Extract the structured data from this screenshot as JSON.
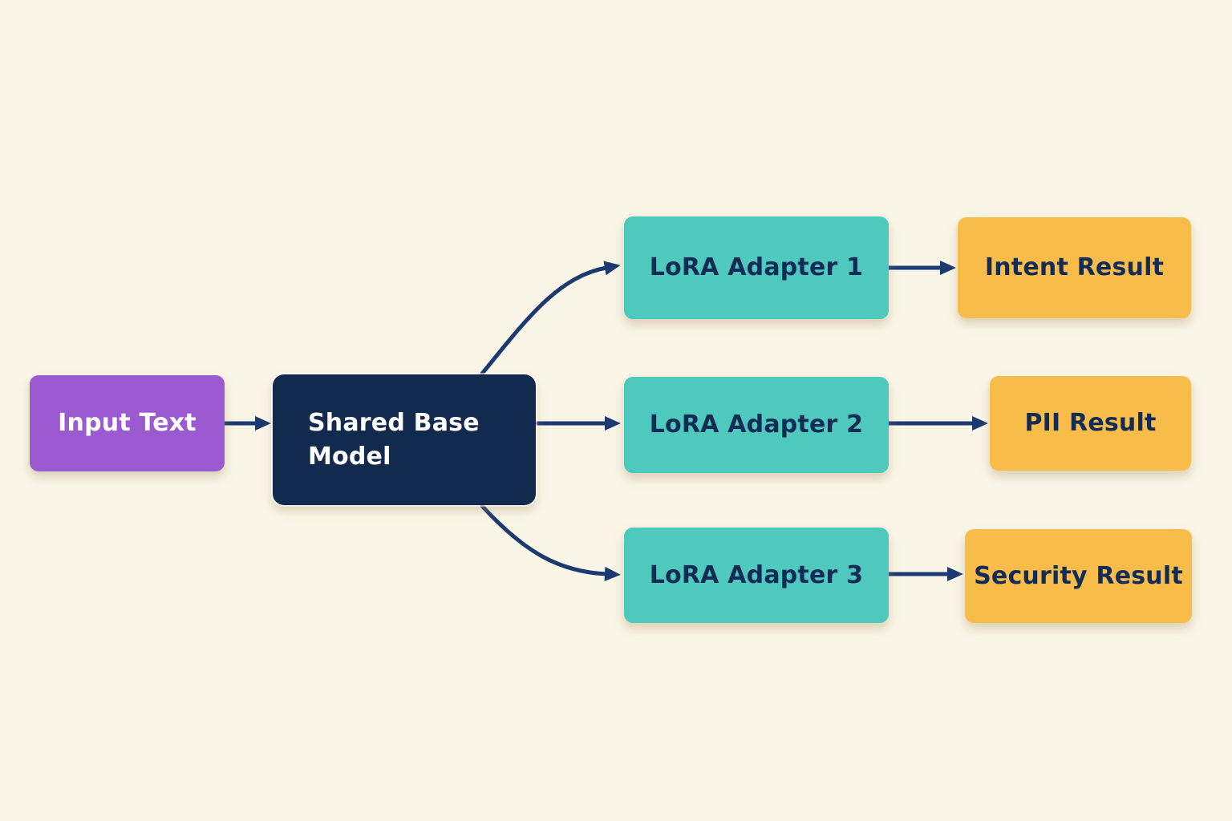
{
  "diagram": {
    "background_color": "#faf5e7",
    "arrow_color": "#1b3a70",
    "nodes": {
      "input_text": {
        "label": "Input Text",
        "fill": "#9b5ad0",
        "text_color": "#ffffff"
      },
      "shared_base_model": {
        "label": "Shared Base Model",
        "fill": "#132a4f",
        "text_color": "#ffffff"
      },
      "lora_adapter_1": {
        "label": "LoRA Adapter 1",
        "fill": "#4fc8bd",
        "text_color": "#122c55"
      },
      "lora_adapter_2": {
        "label": "LoRA Adapter 2",
        "fill": "#4fc8bd",
        "text_color": "#122c55"
      },
      "lora_adapter_3": {
        "label": "LoRA Adapter 3",
        "fill": "#4fc8bd",
        "text_color": "#122c55"
      },
      "intent_result": {
        "label": "Intent Result",
        "fill": "#f8bc4b",
        "text_color": "#122c55"
      },
      "pii_result": {
        "label": "PII Result",
        "fill": "#f8bc4b",
        "text_color": "#122c55"
      },
      "security_result": {
        "label": "Security Result",
        "fill": "#f8bc4b",
        "text_color": "#122c55"
      }
    },
    "edges": [
      {
        "from": "input_text",
        "to": "shared_base_model"
      },
      {
        "from": "shared_base_model",
        "to": "lora_adapter_1"
      },
      {
        "from": "shared_base_model",
        "to": "lora_adapter_2"
      },
      {
        "from": "shared_base_model",
        "to": "lora_adapter_3"
      },
      {
        "from": "lora_adapter_1",
        "to": "intent_result"
      },
      {
        "from": "lora_adapter_2",
        "to": "pii_result"
      },
      {
        "from": "lora_adapter_3",
        "to": "security_result"
      }
    ]
  }
}
